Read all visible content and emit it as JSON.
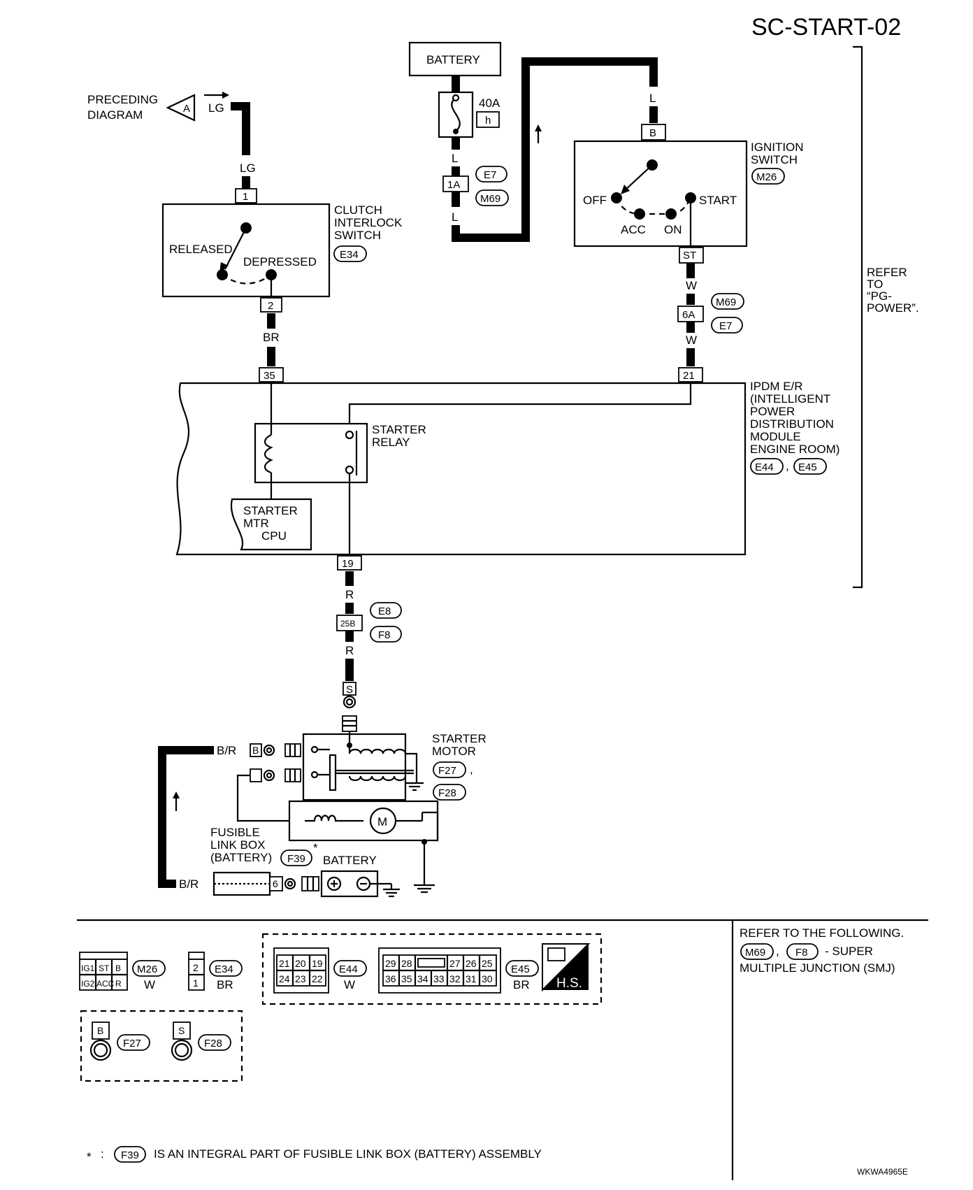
{
  "page": {
    "code": "SC-START-02",
    "image_id": "WKWA4965E",
    "refer_side": [
      "REFER",
      "TO",
      "“PG-",
      "POWER”."
    ]
  },
  "preceding": {
    "lines": [
      "PRECEDING",
      "DIAGRAM"
    ],
    "connector": "A",
    "color": "LG"
  },
  "battery_top": {
    "label": "BATTERY",
    "fuse_rating": "40A",
    "fuse_id": "h",
    "wire_color": "L",
    "junction_pin": "1A",
    "connectors": [
      "E7",
      "M69"
    ]
  },
  "ignition_switch": {
    "title": [
      "IGNITION",
      "SWITCH"
    ],
    "connector": "M26",
    "pin_in": "B",
    "pin_out": "ST",
    "positions": [
      "OFF",
      "ACC",
      "ON",
      "START"
    ],
    "in_wire": "L",
    "out_wire": "W",
    "junction_pin": "6A",
    "junction_connectors": [
      "M69",
      "E7"
    ]
  },
  "clutch_switch": {
    "title": [
      "CLUTCH",
      "INTERLOCK",
      "SWITCH"
    ],
    "connector": "E34",
    "pin_in": "1",
    "pin_out": "2",
    "states": [
      "RELEASED",
      "DEPRESSED"
    ],
    "in_wire": "LG",
    "out_wire": "BR"
  },
  "ipdm": {
    "title": [
      "IPDM E/R",
      "(INTELLIGENT",
      "POWER",
      "DISTRIBUTION",
      "MODULE",
      "ENGINE ROOM)"
    ],
    "connectors": [
      "E44",
      "E45"
    ],
    "pins": [
      "35",
      "21",
      "19"
    ],
    "relay": [
      "STARTER",
      "RELAY"
    ],
    "cpu": [
      "STARTER",
      "MTR",
      "CPU"
    ]
  },
  "starter_feed": {
    "wire": "R",
    "junction_pin": "25B",
    "connectors": [
      "E8",
      "F8"
    ],
    "terminal": "S"
  },
  "starter_motor": {
    "title": [
      "STARTER",
      "MOTOR"
    ],
    "connectors": [
      "F27",
      "F28"
    ],
    "terminal_b": "B",
    "wire": "B/R",
    "motor_symbol": "M"
  },
  "fusible_link": {
    "title": [
      "FUSIBLE",
      "LINK BOX",
      "(BATTERY)"
    ],
    "connector": "F39",
    "star": "*",
    "pin": "6",
    "battery_label": "BATTERY",
    "wire": "B/R"
  },
  "legend": {
    "m26": {
      "cells": [
        "IG1",
        "ST",
        "B",
        "IG2",
        "ACC",
        "R"
      ],
      "connector": "M26",
      "color": "W"
    },
    "e34": {
      "cells": [
        "2",
        "1"
      ],
      "connector": "E34",
      "color": "BR"
    },
    "e44": {
      "cells": [
        "21",
        "20",
        "19",
        "24",
        "23",
        "22"
      ],
      "connector": "E44",
      "color": "W"
    },
    "e45": {
      "cells_top": [
        "29",
        "28",
        "27",
        "26",
        "25"
      ],
      "cells_bottom": [
        "36",
        "35",
        "34",
        "33",
        "32",
        "31",
        "30"
      ],
      "connector": "E45",
      "color": "BR"
    },
    "hs": "H.S.",
    "f27": {
      "pin": "B",
      "connector": "F27"
    },
    "f28": {
      "pin": "S",
      "connector": "F28"
    }
  },
  "refer_note": {
    "line1": "REFER TO THE FOLLOWING.",
    "connectors": [
      "M69",
      "F8"
    ],
    "after": "- SUPER",
    "line3": "MULTIPLE JUNCTION (SMJ)"
  },
  "footnote": {
    "star": "*",
    "colon": ":",
    "connector": "F39",
    "text": "IS AN INTEGRAL PART OF FUSIBLE LINK BOX (BATTERY) ASSEMBLY"
  }
}
